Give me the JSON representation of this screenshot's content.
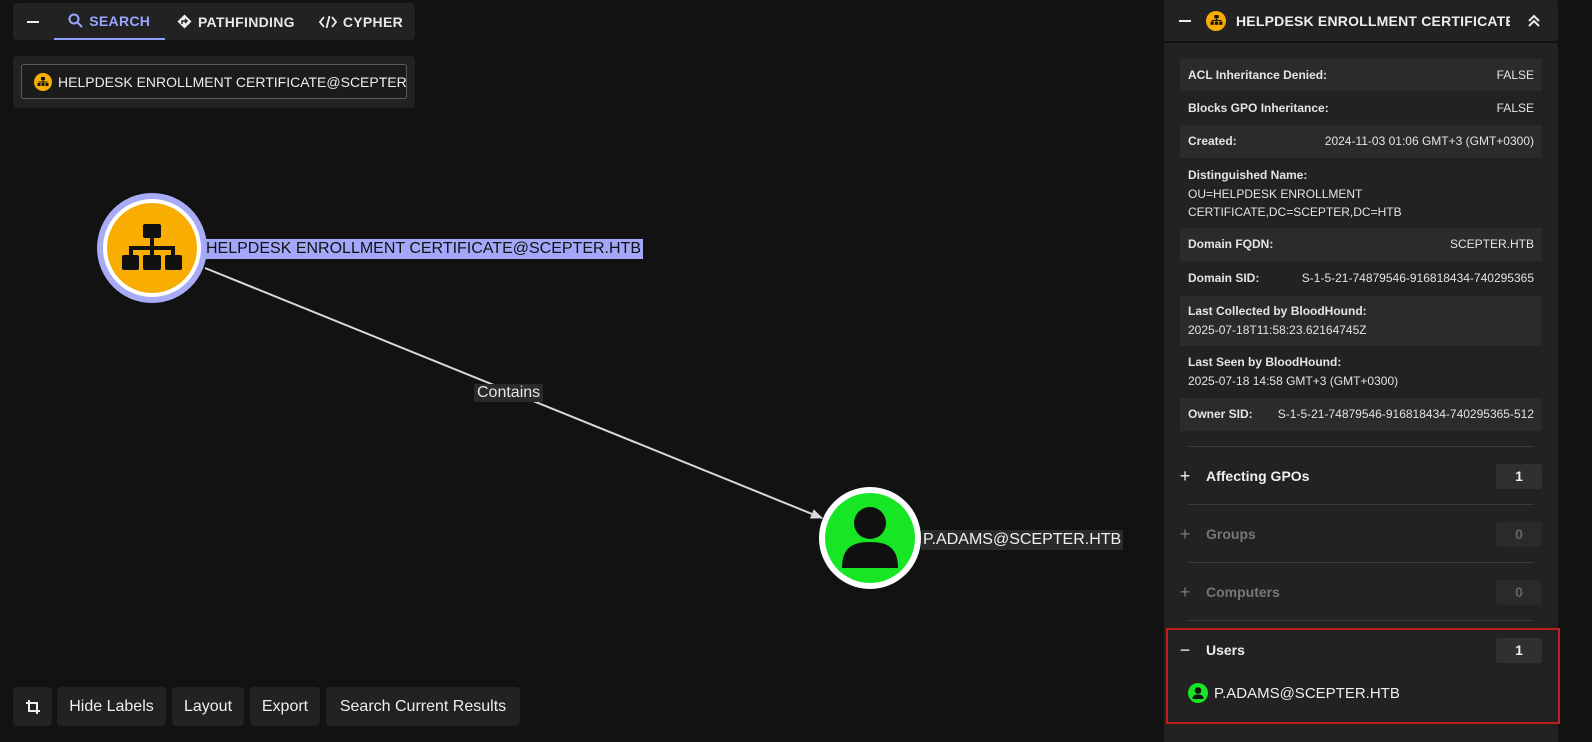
{
  "topbar": {
    "tabs": [
      {
        "label": "SEARCH",
        "icon": "search-icon",
        "active": true
      },
      {
        "label": "PATHFINDING",
        "icon": "diamond-arrow-icon",
        "active": false
      },
      {
        "label": "CYPHER",
        "icon": "code-icon",
        "active": false
      }
    ]
  },
  "search": {
    "value": "HELPDESK ENROLLMENT CERTIFICATE@SCEPTER.HTB"
  },
  "graph": {
    "nodes": [
      {
        "label": "HELPDESK ENROLLMENT CERTIFICATE@SCEPTER.HTB",
        "type": "OU",
        "color": "#f9ad00",
        "selected": true
      },
      {
        "label": "P.ADAMS@SCEPTER.HTB",
        "type": "User",
        "color": "#17e625",
        "selected": false
      }
    ],
    "edges": [
      {
        "label": "Contains"
      }
    ]
  },
  "bottom_toolbar": {
    "crop_icon": "crop-icon",
    "hide_labels": "Hide Labels",
    "layout": "Layout",
    "export": "Export",
    "search_current": "Search Current Results"
  },
  "panel": {
    "title": "HELPDESK ENROLLMENT CERTIFICATE...",
    "properties": [
      {
        "key": "ACL Inheritance Denied:",
        "value": "FALSE"
      },
      {
        "key": "Blocks GPO Inheritance:",
        "value": "FALSE"
      },
      {
        "key": "Created:",
        "value": "2024-11-03 01:06 GMT+3 (GMT+0300)"
      },
      {
        "key": "Distinguished Name:",
        "value": "OU=HELPDESK ENROLLMENT CERTIFICATE,DC=SCEPTER,DC=HTB"
      },
      {
        "key": "Domain FQDN:",
        "value": "SCEPTER.HTB"
      },
      {
        "key": "Domain SID:",
        "value": "S-1-5-21-74879546-916818434-740295365"
      },
      {
        "key": "Last Collected by BloodHound:",
        "value": "2025-07-18T11:58:23.62164745Z"
      },
      {
        "key": "Last Seen by BloodHound:",
        "value": "2025-07-18 14:58 GMT+3 (GMT+0300)"
      },
      {
        "key": "Owner SID:",
        "value": "S-1-5-21-74879546-916818434-740295365-512"
      }
    ],
    "sections": [
      {
        "sign": "+",
        "name": "Affecting GPOs",
        "count": "1",
        "enabled": true
      },
      {
        "sign": "+",
        "name": "Groups",
        "count": "0",
        "enabled": false
      },
      {
        "sign": "+",
        "name": "Computers",
        "count": "0",
        "enabled": false
      },
      {
        "sign": "−",
        "name": "Users",
        "count": "1",
        "enabled": true
      }
    ],
    "users": [
      {
        "name": "P.ADAMS@SCEPTER.HTB"
      }
    ]
  },
  "colors": {
    "accent": "#8f9bff",
    "ou_node": "#f9ad00",
    "user_node": "#17e625",
    "highlight_border": "#c21d22"
  }
}
